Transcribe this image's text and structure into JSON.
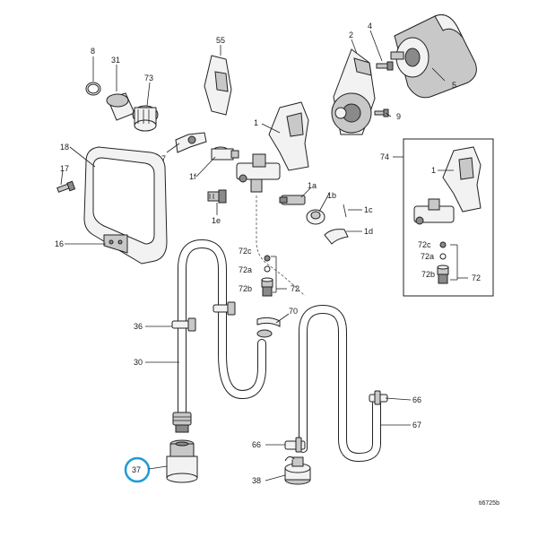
{
  "diagram": {
    "callouts": [
      {
        "id": "p8",
        "text": "8"
      },
      {
        "id": "p31",
        "text": "31"
      },
      {
        "id": "p73",
        "text": "73"
      },
      {
        "id": "p55",
        "text": "55"
      },
      {
        "id": "p2",
        "text": "2"
      },
      {
        "id": "p4",
        "text": "4"
      },
      {
        "id": "p5",
        "text": "5"
      },
      {
        "id": "p9",
        "text": "9"
      },
      {
        "id": "p1",
        "text": "1"
      },
      {
        "id": "p7",
        "text": "7"
      },
      {
        "id": "p1f",
        "text": "1f"
      },
      {
        "id": "p18",
        "text": "18"
      },
      {
        "id": "p17",
        "text": "17"
      },
      {
        "id": "p16",
        "text": "16"
      },
      {
        "id": "p1e",
        "text": "1e"
      },
      {
        "id": "p1a",
        "text": "1a"
      },
      {
        "id": "p1b",
        "text": "1b"
      },
      {
        "id": "p1c",
        "text": "1c"
      },
      {
        "id": "p1d",
        "text": "1d"
      },
      {
        "id": "p74",
        "text": "74"
      },
      {
        "id": "p1i",
        "text": "1"
      },
      {
        "id": "p72ci",
        "text": "72c"
      },
      {
        "id": "p72ai",
        "text": "72a"
      },
      {
        "id": "p72bi",
        "text": "72b"
      },
      {
        "id": "p72i",
        "text": "72"
      },
      {
        "id": "p72c",
        "text": "72c"
      },
      {
        "id": "p72a",
        "text": "72a"
      },
      {
        "id": "p72b",
        "text": "72b"
      },
      {
        "id": "p72",
        "text": "72"
      },
      {
        "id": "p70",
        "text": "70"
      },
      {
        "id": "p36",
        "text": "36"
      },
      {
        "id": "p30",
        "text": "30"
      },
      {
        "id": "p66r",
        "text": "66"
      },
      {
        "id": "p67",
        "text": "67"
      },
      {
        "id": "p66b",
        "text": "66"
      },
      {
        "id": "p37",
        "text": "37"
      },
      {
        "id": "p38",
        "text": "38"
      }
    ],
    "drawing_number": "ti6725b",
    "highlight_color": "#1f9bd6"
  }
}
